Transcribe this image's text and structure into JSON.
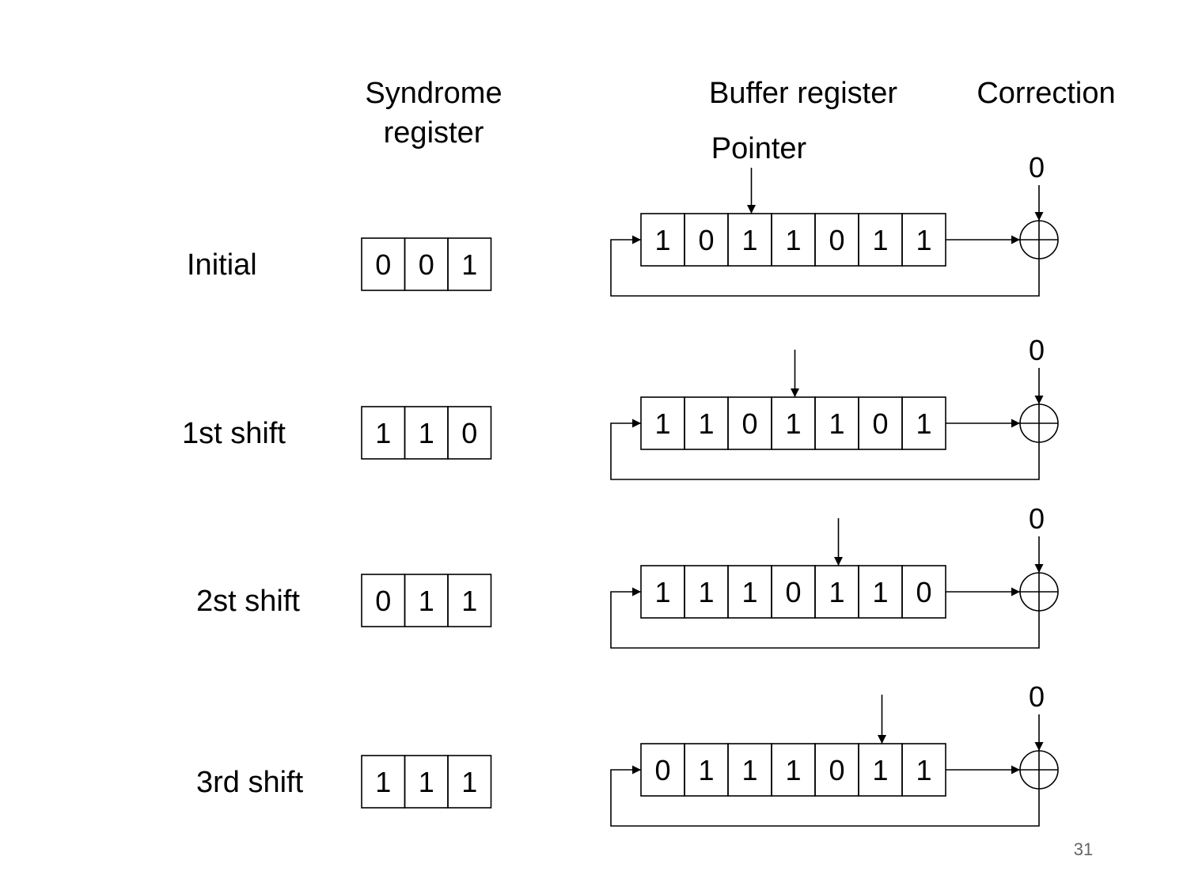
{
  "headers": {
    "syndrome": [
      "Syndrome",
      "register"
    ],
    "buffer": "Buffer register",
    "correction": "Correction",
    "pointer": "Pointer"
  },
  "rows": [
    {
      "label": "Initial",
      "syndrome": [
        "0",
        "0",
        "1"
      ],
      "buffer": [
        "1",
        "0",
        "1",
        "1",
        "0",
        "1",
        "1"
      ],
      "pointer_index": 2,
      "correction": "0"
    },
    {
      "label": "1st shift",
      "syndrome": [
        "1",
        "1",
        "0"
      ],
      "buffer": [
        "1",
        "1",
        "0",
        "1",
        "1",
        "0",
        "1"
      ],
      "pointer_index": 3,
      "correction": "0"
    },
    {
      "label": "2st shift",
      "syndrome": [
        "0",
        "1",
        "1"
      ],
      "buffer": [
        "1",
        "1",
        "1",
        "0",
        "1",
        "1",
        "0"
      ],
      "pointer_index": 4,
      "correction": "0"
    },
    {
      "label": "3rd shift",
      "syndrome": [
        "1",
        "1",
        "1"
      ],
      "buffer": [
        "0",
        "1",
        "1",
        "1",
        "0",
        "1",
        "1"
      ],
      "pointer_index": 5,
      "correction": "0"
    }
  ],
  "page_number": "31"
}
